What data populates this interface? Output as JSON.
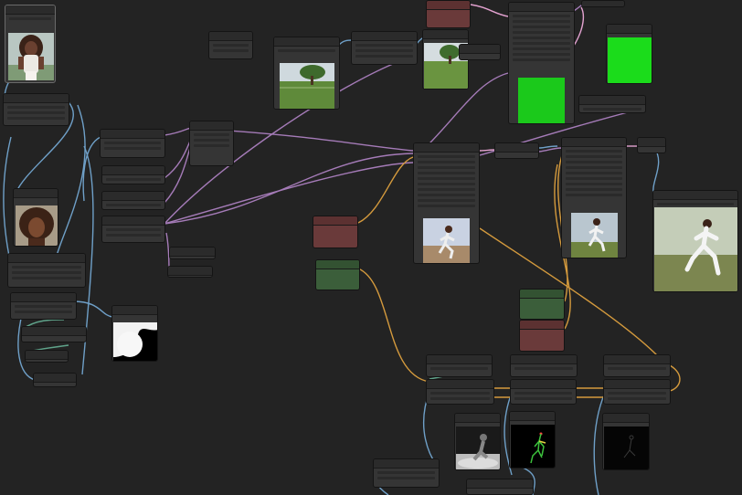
{
  "canvas": {
    "background": "#232323"
  },
  "wire_colors": {
    "image": "#6fa0c8",
    "conditioning": "#d49a3d",
    "model": "#a57bb8",
    "latent": "#e3a2d0"
  },
  "node_colors": {
    "default": "#353535",
    "negative": "#6a3a3a",
    "positive": "#3b5e3a",
    "solid_green_preview": "#1bdc1b"
  },
  "previews": [
    {
      "id": "portrait-full",
      "icon": "portrait-woman-white-outfit"
    },
    {
      "id": "portrait-face",
      "icon": "portrait-woman-curly-hair"
    },
    {
      "id": "mask-preview",
      "icon": "white-silhouette-mask"
    },
    {
      "id": "park-1",
      "icon": "park-tree-lawn"
    },
    {
      "id": "park-2",
      "icon": "park-tree-lawn"
    },
    {
      "id": "green-1",
      "icon": "solid-green-square"
    },
    {
      "id": "green-2",
      "icon": "solid-green-square"
    },
    {
      "id": "runner-1",
      "icon": "runner-on-track"
    },
    {
      "id": "runner-2",
      "icon": "runner-on-field"
    },
    {
      "id": "runner-3",
      "icon": "runner-on-field-large"
    },
    {
      "id": "depth-map",
      "icon": "depth-map-runner"
    },
    {
      "id": "pose-map",
      "icon": "openpose-skeleton"
    },
    {
      "id": "edge-map",
      "icon": "edge-detection-map"
    }
  ]
}
